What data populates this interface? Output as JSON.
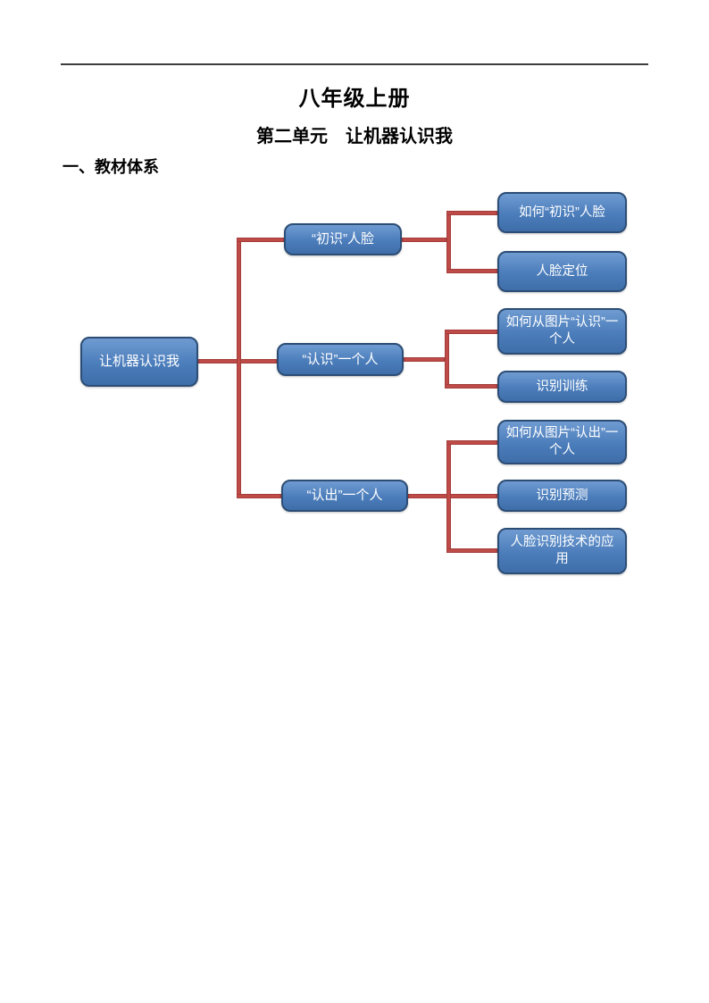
{
  "header": {
    "title": "八年级上册",
    "subtitle": "第二单元　让机器认识我"
  },
  "section": {
    "heading": "一、教材体系"
  },
  "diagram": {
    "type": "tree",
    "root": {
      "label": "让机器认识我"
    },
    "branches": [
      {
        "label": "“初识”人脸",
        "children": [
          {
            "label": "如何“初识”人脸"
          },
          {
            "label": "人脸定位"
          }
        ]
      },
      {
        "label": "“认识”一个人",
        "children": [
          {
            "label": "如何从图片“认识”一个人"
          },
          {
            "label": "识别训练"
          }
        ]
      },
      {
        "label": "“认出”一个人",
        "children": [
          {
            "label": "如何从图片“认出”一个人"
          },
          {
            "label": "识别预测"
          },
          {
            "label": "人脸识别技术的应用"
          }
        ]
      }
    ],
    "colors": {
      "node_fill": "#4b7dbb",
      "node_border": "#2c4d75",
      "node_text": "#ffffff",
      "connector": "#be4b48"
    }
  }
}
